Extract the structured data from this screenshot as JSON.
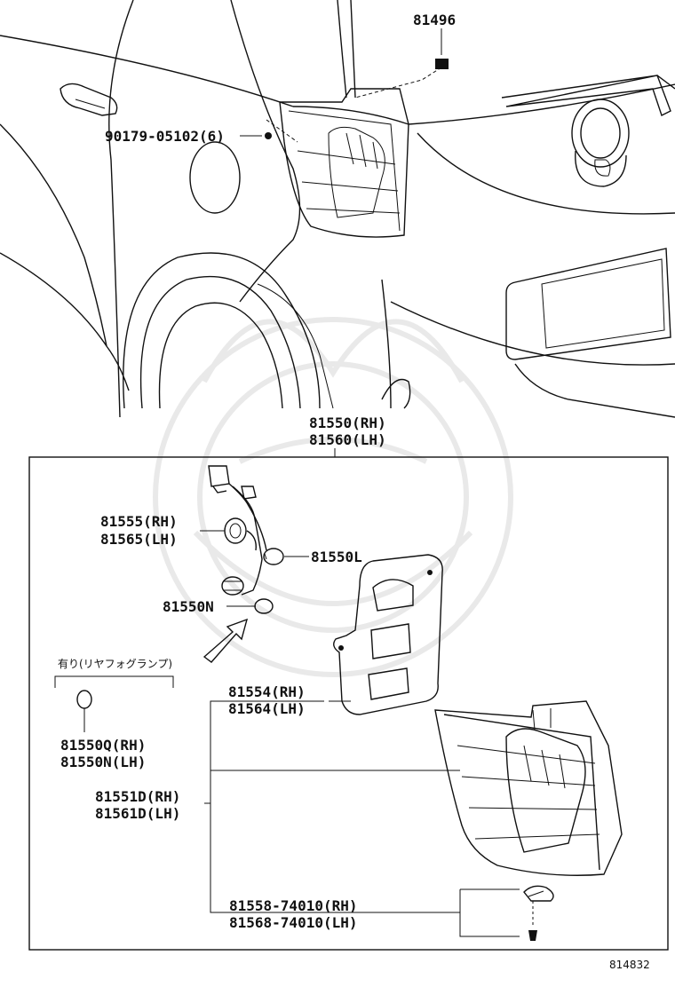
{
  "labels": {
    "p81496": "81496",
    "p90179": "90179-05102(6)",
    "p81550_rh": "81550(RH)",
    "p81560_lh": "81560(LH)",
    "p81555_rh": "81555(RH)",
    "p81565_lh": "81565(LH)",
    "p81550L": "81550L",
    "p81550N": "81550N",
    "fog_note": "有り(リヤフォグランプ)",
    "p81550Q_rh": "81550Q(RH)",
    "p81550N_lh": "81550N(LH)",
    "p81554_rh": "81554(RH)",
    "p81564_lh": "81564(LH)",
    "p81551D_rh": "81551D(RH)",
    "p81561D_lh": "81561D(LH)",
    "p81558_rh": "81558-74010(RH)",
    "p81568_lh": "81568-74010(LH)",
    "diagram_id": "814832"
  }
}
